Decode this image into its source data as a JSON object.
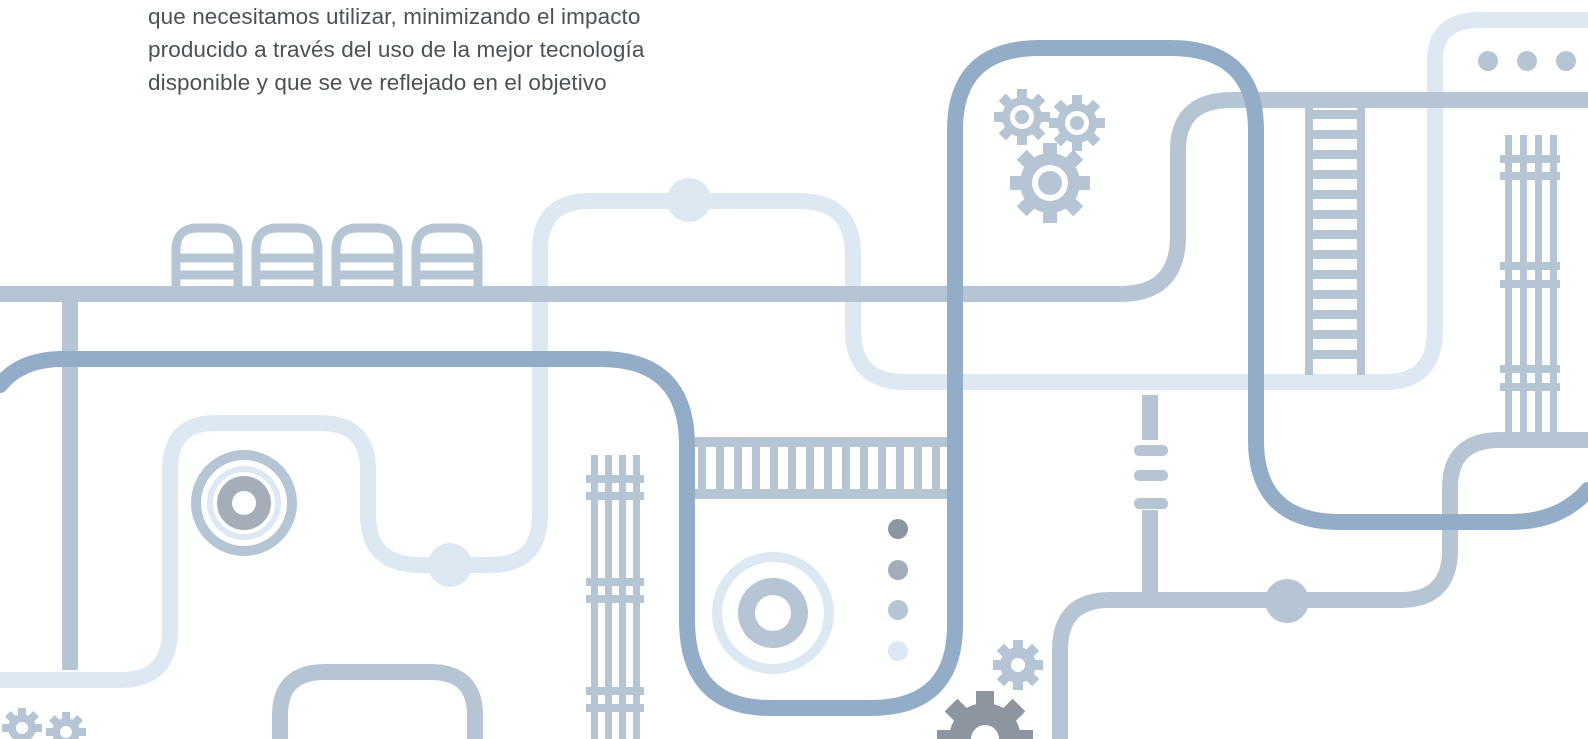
{
  "text": {
    "lines": [
      "que necesitamos utilizar, minimizando el impacto",
      "producido a través del uso de la mejor tecnología",
      "disponible y que se ve reflejado en el objetivo"
    ]
  },
  "illustration": {
    "colors": {
      "steel_blue": "#93adc8",
      "grey_blue": "#b6c5d4",
      "pale_blue": "#dde8f3",
      "dark_grey": "#8c95a0",
      "medium_grey": "#a5adb8"
    },
    "icons": [
      "gear-icon",
      "pipe-network",
      "valve-icon",
      "tank-icon",
      "ladder-icon"
    ]
  }
}
